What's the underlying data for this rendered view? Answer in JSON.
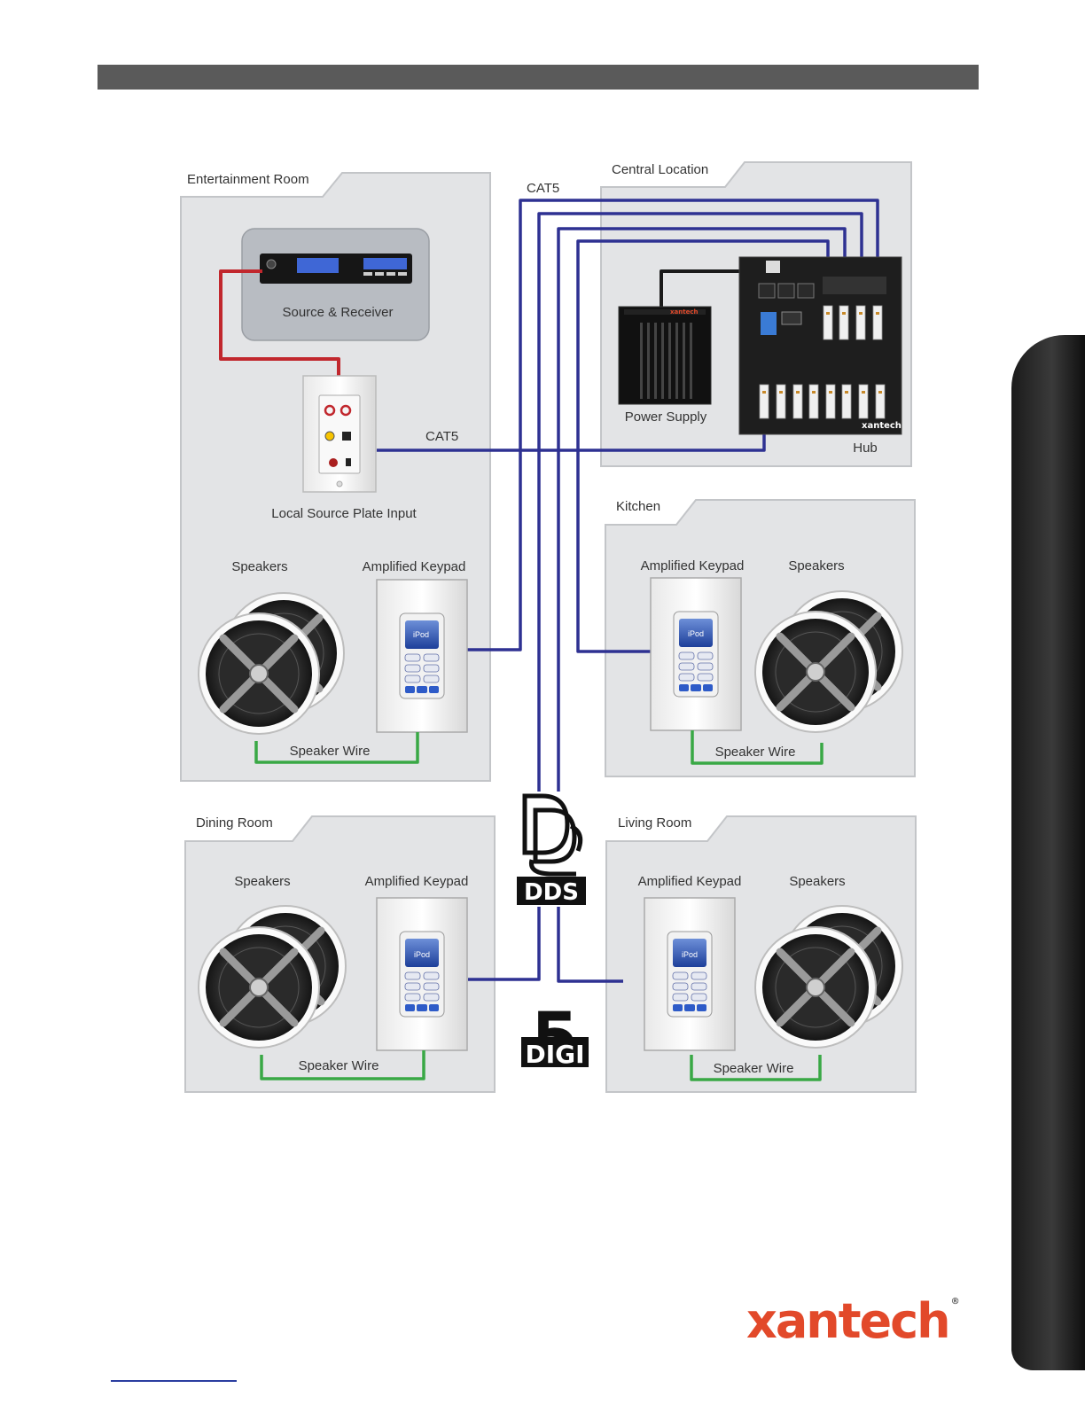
{
  "rooms": {
    "entertainment": {
      "title": "Entertainment Room",
      "source_receiver": "Source & Receiver",
      "plate_input": "Local Source Plate Input",
      "speakers": "Speakers",
      "keypad": "Amplified Keypad",
      "speaker_wire": "Speaker Wire",
      "keypad_screen": "iPod"
    },
    "central": {
      "title": "Central Location",
      "power_supply": "Power Supply",
      "hub": "Hub",
      "hub_brand": "xantech",
      "psu_brand": "xantech"
    },
    "kitchen": {
      "title": "Kitchen",
      "keypad": "Amplified Keypad",
      "speakers": "Speakers",
      "speaker_wire": "Speaker Wire",
      "keypad_screen": "iPod"
    },
    "dining": {
      "title": "Dining Room",
      "speakers": "Speakers",
      "keypad": "Amplified Keypad",
      "speaker_wire": "Speaker Wire",
      "keypad_screen": "iPod"
    },
    "living": {
      "title": "Living Room",
      "keypad": "Amplified Keypad",
      "speakers": "Speakers",
      "speaker_wire": "Speaker Wire",
      "keypad_screen": "iPod"
    }
  },
  "cables": {
    "cat5_top": "CAT5",
    "cat5_mid": "CAT5"
  },
  "logos": {
    "dds": "DDS",
    "digi_number": "5",
    "digi": "DIGI",
    "brand": "xantech",
    "registered": "®"
  },
  "colors": {
    "cat5": "#2e3192",
    "rca": "#c1272d",
    "speaker_wire": "#39a845",
    "power": "#1a1a1a",
    "panel": "#e3e4e6",
    "brand": "#e2492a"
  }
}
